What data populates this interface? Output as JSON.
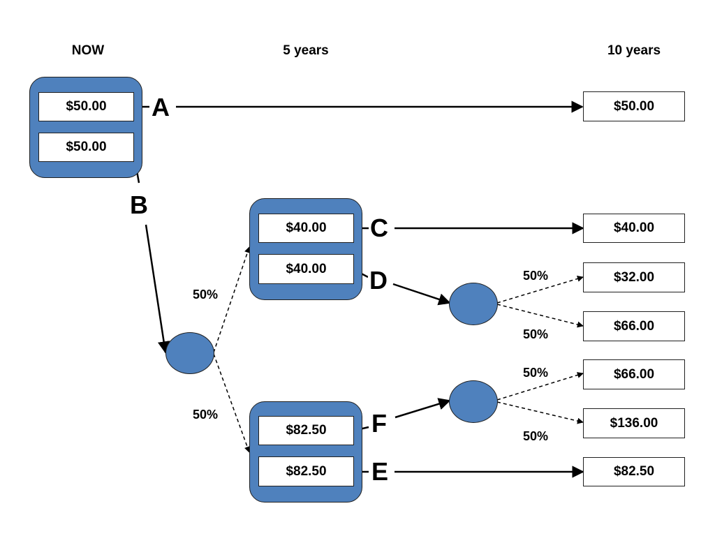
{
  "columns": {
    "now": "NOW",
    "five_years": "5 years",
    "ten_years": "10 years"
  },
  "options": {
    "A": "A",
    "B": "B",
    "C": "C",
    "D": "D",
    "E": "E",
    "F": "F"
  },
  "values": {
    "now_top": "$50.00",
    "now_bottom": "$50.00",
    "mid_upper_top": "$40.00",
    "mid_upper_bottom": "$40.00",
    "mid_lower_top": "$82.50",
    "mid_lower_bottom": "$82.50",
    "end_a": "$50.00",
    "end_c": "$40.00",
    "end_d_up": "$32.00",
    "end_d_down": "$66.00",
    "end_f_up": "$66.00",
    "end_f_down": "$136.00",
    "end_e": "$82.50"
  },
  "probabilities": {
    "b_up": "50%",
    "b_down": "50%",
    "d_up": "50%",
    "d_down": "50%",
    "f_up": "50%",
    "f_down": "50%"
  },
  "colors": {
    "group_fill": "#4f81bd",
    "node_fill": "#4f81bd",
    "stroke": "#1f1f1f"
  }
}
